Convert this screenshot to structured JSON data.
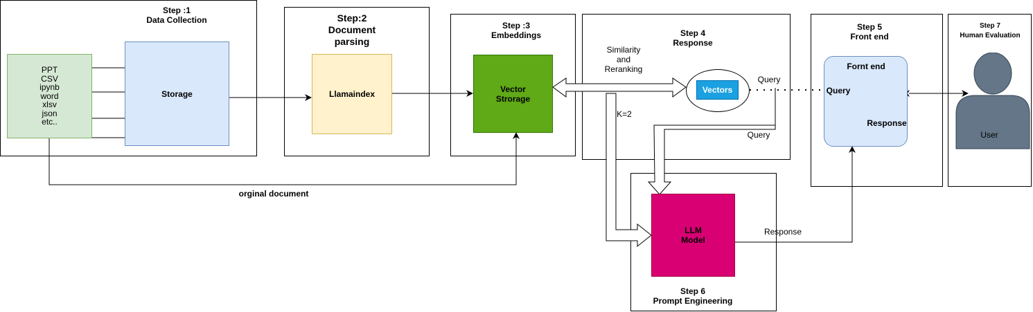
{
  "steps": {
    "step1": {
      "title_line1": "Step :1",
      "title_line2": "Data Collection"
    },
    "step2": {
      "title_line1": "Step:2",
      "title_line2": "Document",
      "title_line3": "parsing"
    },
    "step3": {
      "title_line1": "Step :3",
      "title_line2": "Embeddings"
    },
    "step4": {
      "title_line1": "Step 4",
      "title_line2": "Response"
    },
    "step5": {
      "title_line1": "Step 5",
      "title_line2": "Front end"
    },
    "step6": {
      "title_line1": "Step 6",
      "title_line2": "Prompt Engineering"
    },
    "step7": {
      "title_line1": "Step 7",
      "title_line2": "Human Evaluation"
    }
  },
  "nodes": {
    "sources": {
      "items": [
        "PPT",
        "CSV",
        "ipynb",
        "word",
        "xlsv",
        "json",
        "etc.."
      ]
    },
    "storage": {
      "label": "Storage"
    },
    "llamaindex": {
      "label": "Llamaindex"
    },
    "vector_storage": {
      "line1": "Vector",
      "line2": "Strorage"
    },
    "vectors": {
      "label": "Vectors"
    },
    "frontend": {
      "title": "Fornt end",
      "query": "Query",
      "response": "Response"
    },
    "llm": {
      "line1": "LLM",
      "line2": "Model"
    },
    "user": {
      "label": "User"
    }
  },
  "edge_labels": {
    "original_document": "orginal document",
    "similarity": "Similarity",
    "and": "and",
    "reranking": "Reranking",
    "k": "K=2",
    "query_top": "Query",
    "query_bottom": "Query",
    "response": "Response"
  },
  "colors": {
    "sources_fill": "#d5e8d4",
    "sources_stroke": "#82b366",
    "storage_fill": "#dae8fc",
    "storage_stroke": "#6c8ebf",
    "llamaindex_fill": "#fff2cc",
    "llamaindex_stroke": "#d6b656",
    "vector_fill": "#60a917",
    "vector_stroke": "#2d7600",
    "vectors_fill": "#1ba1e2",
    "llm_fill": "#d80073",
    "llm_stroke": "#a50040",
    "user_fill": "#647687"
  }
}
